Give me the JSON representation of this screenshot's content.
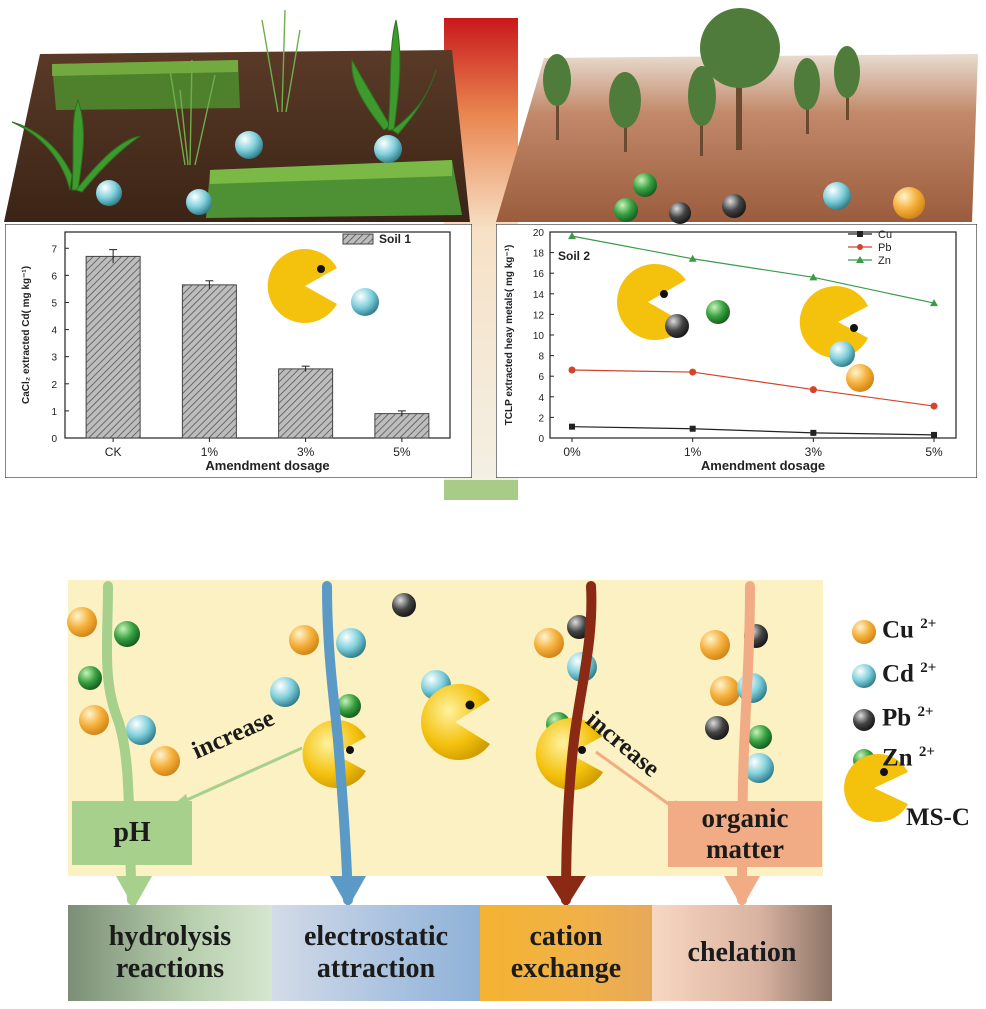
{
  "chart1": {
    "legend": "Soil 1",
    "ylabel": "CaCl₂ extracted Cd( mg kg⁻¹)",
    "xlabel": "Amendment dosage",
    "yticks": [
      "0",
      "1",
      "2",
      "3",
      "4",
      "5",
      "6",
      "7"
    ]
  },
  "chart2": {
    "label": "Soil 2",
    "ylabel": "TCLP extracted heay metals( mg kg⁻¹)",
    "xlabel": "Amendment dosage",
    "yticks": [
      "0",
      "2",
      "4",
      "6",
      "8",
      "10",
      "12",
      "14",
      "16",
      "18",
      "20"
    ]
  },
  "chart_data": [
    {
      "type": "bar",
      "categories": [
        "CK",
        "1%",
        "3%",
        "5%"
      ],
      "values": [
        6.7,
        5.65,
        2.55,
        0.9
      ],
      "errors": [
        0.25,
        0.15,
        0.1,
        0.1
      ],
      "legend": [
        "Soil 1"
      ],
      "xlabel": "Amendment dosage",
      "ylabel": "CaCl₂ extracted Cd( mg kg⁻¹)",
      "ylim": [
        0,
        7.6
      ],
      "colors": {
        "bar": "#a8a8a8"
      }
    },
    {
      "type": "line",
      "x": [
        "0%",
        "1%",
        "3%",
        "5%"
      ],
      "series": [
        {
          "name": "Cu",
          "values": [
            1.1,
            0.9,
            0.5,
            0.3
          ],
          "color": "#222222",
          "marker": "square"
        },
        {
          "name": "Pb",
          "values": [
            6.6,
            6.4,
            4.7,
            3.1
          ],
          "color": "#d4442a",
          "marker": "circle"
        },
        {
          "name": "Zn",
          "values": [
            19.6,
            17.4,
            15.6,
            13.1
          ],
          "color": "#3a9a4a",
          "marker": "triangle"
        }
      ],
      "xlabel": "Amendment dosage",
      "ylabel": "TCLP extracted heay metals( mg kg⁻¹)",
      "ylim": [
        0,
        20
      ],
      "annotation": "Soil 2"
    }
  ],
  "legend": {
    "items": [
      {
        "label": "Cu",
        "sup": "2+",
        "color": "#f3a530"
      },
      {
        "label": "Cd",
        "sup": "2+",
        "color": "#4fb0c2"
      },
      {
        "label": "Pb",
        "sup": "2+",
        "color": "#222222"
      },
      {
        "label": "Zn",
        "sup": "2+",
        "color": "#2e8f3a"
      }
    ],
    "msc_label": "MS-C"
  },
  "labels": {
    "increase_left": "increase",
    "increase_right": "increase",
    "ph": "pH",
    "organic_matter_line1": "organic",
    "organic_matter_line2": "matter"
  },
  "mechanisms": [
    {
      "line1": "hydrolysis",
      "line2": "reactions"
    },
    {
      "line1": "electrostatic",
      "line2": "attraction"
    },
    {
      "line1": "cation",
      "line2": "exchange"
    },
    {
      "line1": "chelation",
      "line2": ""
    }
  ],
  "colors": {
    "yellow_bg": "#fbf1c2",
    "ph_box": "#a6d08b",
    "om_box": "#f2ac85",
    "big_arrow": "#a8cc87",
    "msc": "#f4c20d"
  }
}
